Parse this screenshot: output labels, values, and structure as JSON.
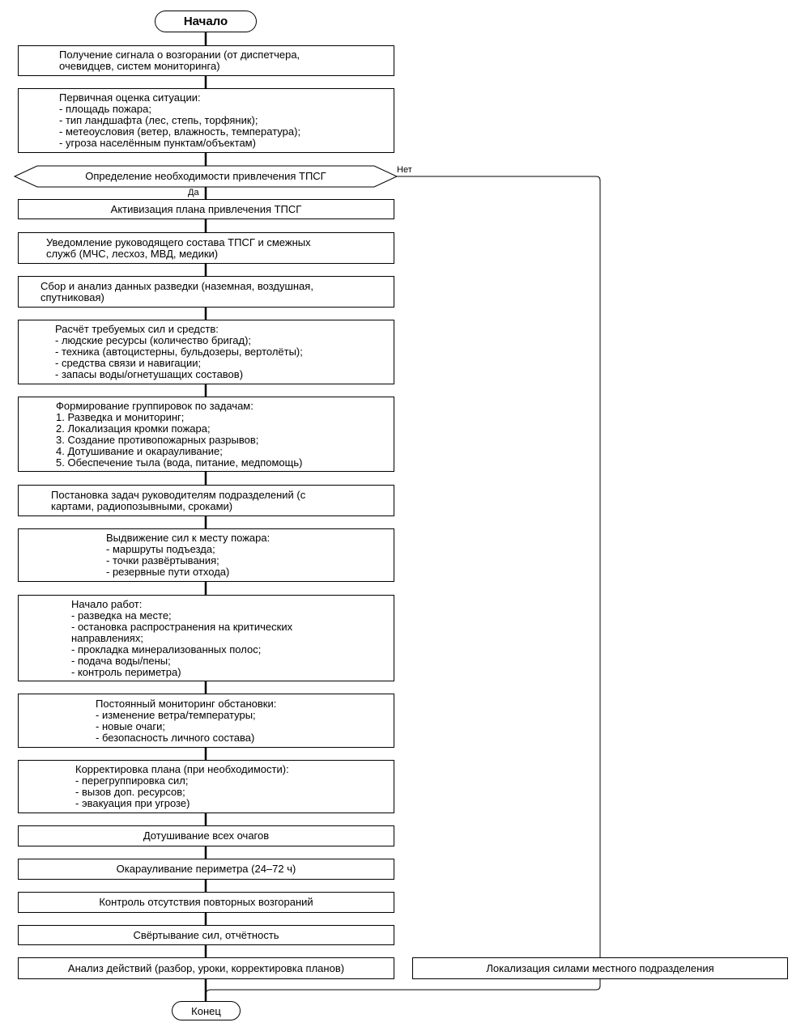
{
  "start": "Начало",
  "end": "Конец",
  "steps": [
    "Получение сигнала о возгорании (от диспетчера,\nочевидцев, систем мониторинга)",
    "Первичная оценка ситуации:\n- площадь пожара;\n- тип ландшафта (лес, степь, торфяник);\n- метеоусловия (ветер, влажность, температура);\n- угроза населённым пунктам/объектам)",
    "Активизация плана привлечения ТПСГ",
    "Уведомление руководящего состава ТПСГ и смежных\nслужб (МЧС, лесхоз, МВД, медики)",
    "Сбор и анализ данных разведки (наземная, воздушная,\nспутниковая)",
    "Расчёт требуемых сил и средств:\n- людские ресурсы (количество бригад);\n- техника (автоцистерны, бульдозеры, вертолёты);\n- средства связи и навигации;\n- запасы воды/огнетушащих составов)",
    "Формирование группировок по задачам:\n1. Разведка и мониторинг;\n2. Локализация кромки пожара;\n3. Создание противопожарных разрывов;\n4. Дотушивание и окарауливание;\n5. Обеспечение тыла (вода, питание, медпомощь)",
    "Постановка задач руководителям подразделений (с\nкартами, радиопозывными, сроками)",
    "Выдвижение сил к месту пожара:\n- маршруты подъезда;\n- точки развёртывания;\n- резервные пути отхода)",
    "Начало работ:\n- разведка на месте;\n- остановка распространения на критических\nнаправлениях;\n- прокладка минерализованных полос;\n- подача воды/пены;\n- контроль периметра)",
    "Постоянный мониторинг обстановки:\n- изменение ветра/температуры;\n- новые очаги;\n- безопасность личного состава)",
    "Корректировка плана (при необходимости):\n- перегруппировка сил;\n- вызов доп. ресурсов;\n- эвакуация при угрозе)",
    "Дотушивание всех очагов",
    "Окарауливание периметра (24–72 ч)",
    "Контроль отсутствия повторных возгораний",
    "Свёртывание сил, отчётность",
    "Анализ действий (разбор, уроки, корректировка планов)"
  ],
  "decision": {
    "text": "Определение необходимости привлечения ТПСГ",
    "yes_label": "Да",
    "no_label": "Нет"
  },
  "alt_step": "Локализация силами местного подразделения"
}
